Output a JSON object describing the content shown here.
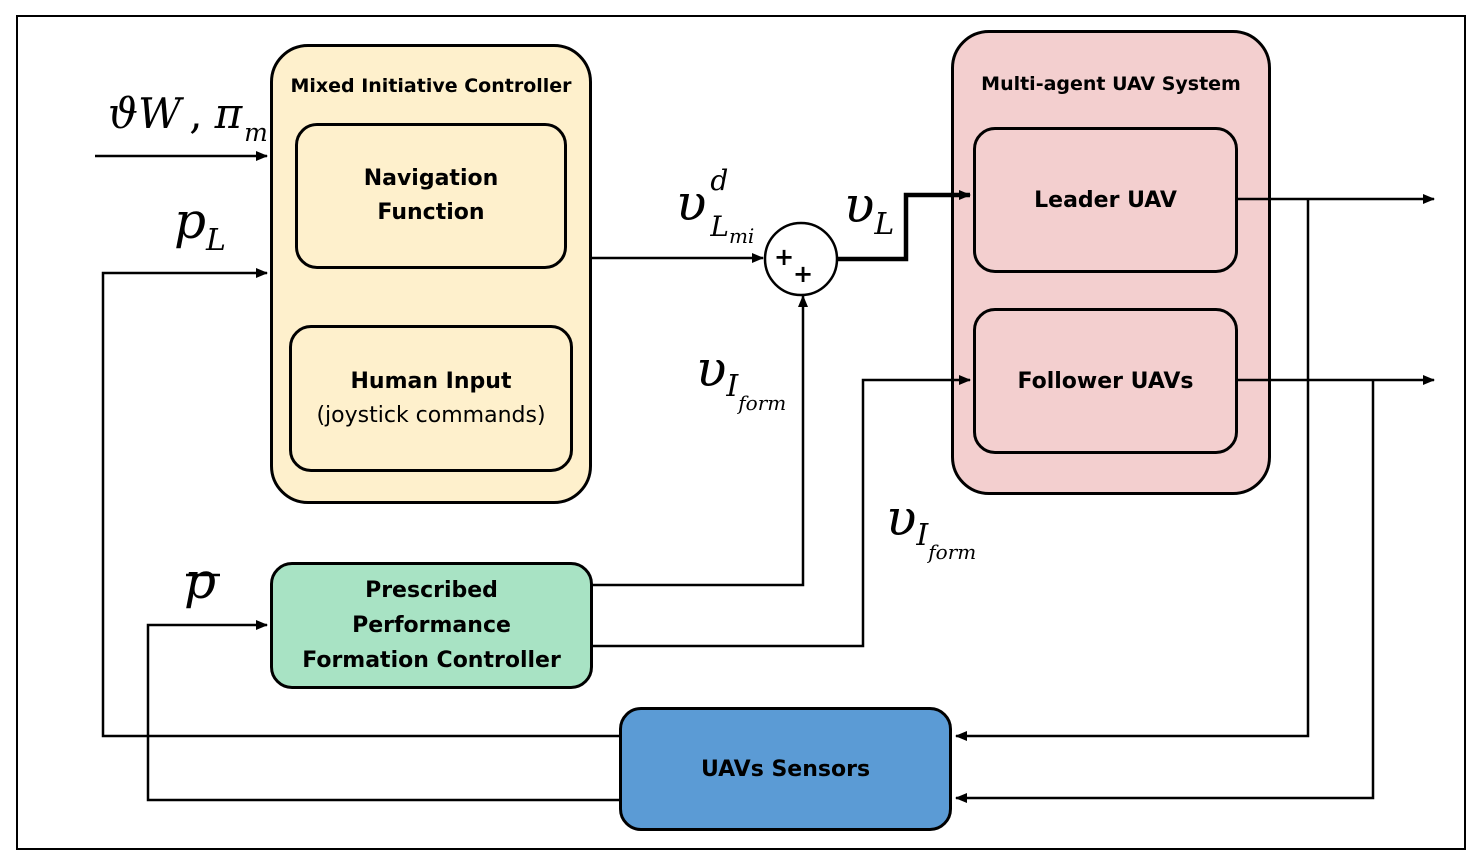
{
  "colors": {
    "controller_fill": "#fef0cc",
    "uav_system_fill": "#f3cfcf",
    "formation_fill": "#a8e3c4",
    "sensors_fill": "#5b9bd5",
    "line": "#000000"
  },
  "blocks": {
    "mixed_initiative": {
      "title": "Mixed Initiative Controller",
      "navigation_function": "Navigation Function",
      "human_input": "Human Input",
      "human_input_sub": "(joystick commands)"
    },
    "multi_agent": {
      "title": "Multi-agent UAV System",
      "leader": "Leader UAV",
      "follower": "Follower UAVs"
    },
    "formation": {
      "label": "Prescribed Performance Formation Controller"
    },
    "sensors": {
      "label": "UAVs Sensors"
    }
  },
  "summing_junction": {
    "signs": [
      "+",
      "+"
    ]
  },
  "signals": {
    "inputs": {
      "vartheta": "ϑW",
      "comma": ",",
      "pi": "π",
      "pi_sub": "m"
    },
    "p_L": {
      "base": "p",
      "sub": "L"
    },
    "p_bar": {
      "base": "p"
    },
    "v_L_mi_d": {
      "base": "υ",
      "sup": "d",
      "sub": "L",
      "subsub": "mi"
    },
    "v_L": {
      "base": "υ",
      "sub": "L"
    },
    "v_I_form_1": {
      "base": "υ",
      "sub": "I",
      "subsub": "form"
    },
    "v_I_form_2": {
      "base": "υ",
      "sub": "I",
      "subsub": "form"
    }
  }
}
